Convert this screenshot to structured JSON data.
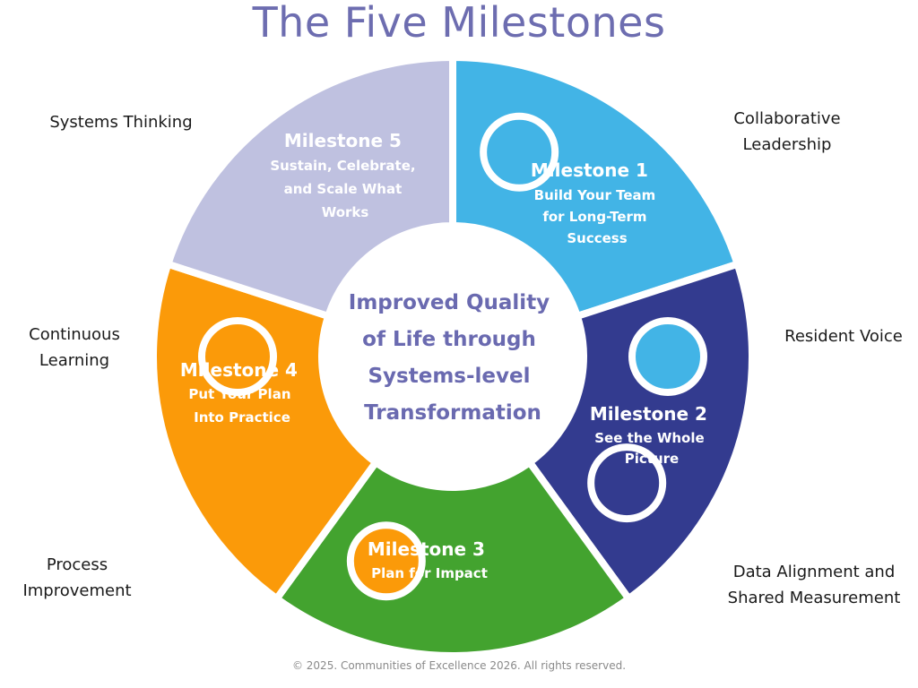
{
  "title": "The Five Milestones",
  "center": {
    "lines": [
      "Improved Quality",
      "of Life through",
      "Systems-level",
      "Transformation"
    ]
  },
  "milestones": [
    {
      "title": "Milestone 1",
      "lines": [
        "Build Your Team",
        "for Long-Term",
        "Success"
      ],
      "color": "#42b4e6"
    },
    {
      "title": "Milestone 2",
      "lines": [
        "See the Whole",
        "Picture"
      ],
      "color": "#333b8f"
    },
    {
      "title": "Milestone 3",
      "lines": [
        "Plan for Impact"
      ],
      "color": "#43a32f"
    },
    {
      "title": "Milestone 4",
      "lines": [
        "Put Your Plan",
        "Into Practice"
      ],
      "color": "#fb9a09"
    },
    {
      "title": "Milestone 5",
      "lines": [
        "Sustain, Celebrate,",
        "and Scale What",
        "Works"
      ],
      "color": "#bfc1e0"
    }
  ],
  "side_labels": {
    "collaborative_leadership": [
      "Collaborative",
      "Leadership"
    ],
    "resident_voice": [
      "Resident Voice"
    ],
    "data_alignment": [
      "Data Alignment and",
      "Shared Measurement"
    ],
    "process_improvement": [
      "Process",
      "Improvement"
    ],
    "continuous_learning": [
      "Continuous",
      "Learning"
    ],
    "systems_thinking": [
      "Systems Thinking"
    ]
  },
  "footer": "© 2025. Communities of Excellence 2026. All rights reserved."
}
